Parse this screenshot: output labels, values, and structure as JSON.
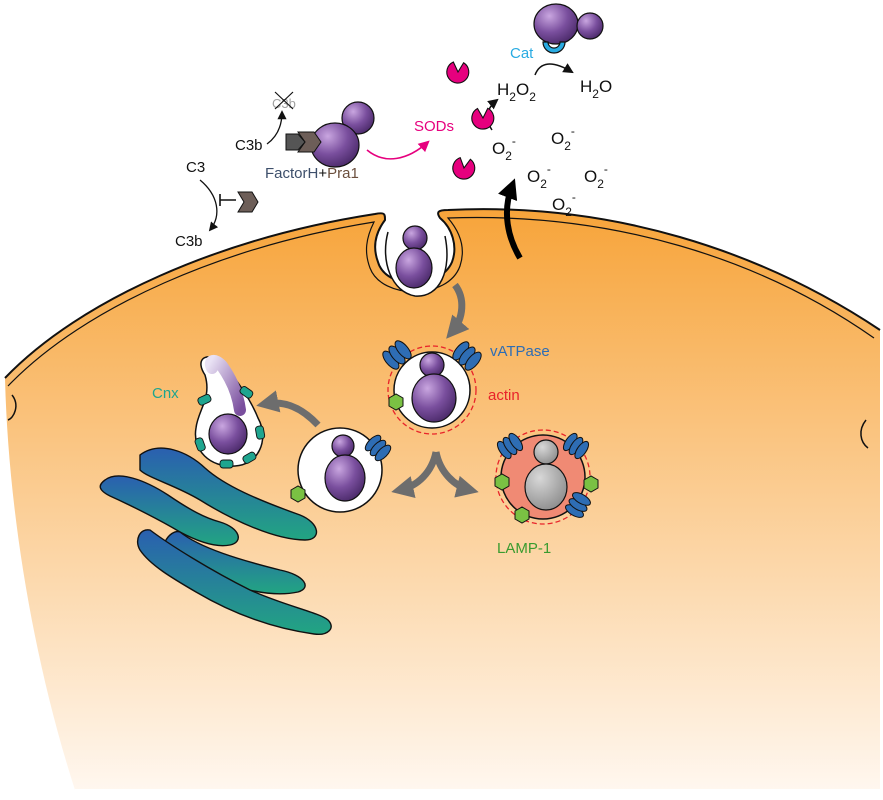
{
  "labels": {
    "cat": "Cat",
    "h2o2": {
      "base": "H",
      "sub1": "2",
      "mid": "O",
      "sub2": "2"
    },
    "h2o": {
      "base": "H",
      "sub": "2",
      "tail": "O"
    },
    "sods": "SODs",
    "superoxide": {
      "base": "O",
      "sub": "2",
      "sup": "-"
    },
    "c3b_crossed": "C3b",
    "c3b_left": "C3b",
    "factorh": "FactorH",
    "plus": "+",
    "pra1": "Pra1",
    "c3": "C3",
    "c3b_bottom": "C3b",
    "vatpase": "vATPase",
    "actin": "actin",
    "cnx": "Cnx",
    "lamp1": "LAMP-1"
  },
  "colors": {
    "cytoplasm_top": "#f7a43a",
    "cytoplasm_bottom": "#fff7ef",
    "fungus": "#7a4f9e",
    "fungus_dark": "#4b2a6a",
    "sod": "#e6007e",
    "cat": "#29abe2",
    "vatpase": "#2e6db4",
    "lamp": "#7ac143",
    "actin": "#e8232a",
    "cnx": "#1fa58f",
    "er_top": "#2a5fb0",
    "er_bottom": "#22a582",
    "phagolysosome": "#f08a74",
    "dead_fungus": "#a9a9a9",
    "factorh_text": "#3d4f6b",
    "pra1_text": "#6b4f3d",
    "sods_text": "#e6007e",
    "cat_text": "#29abe2",
    "vatpase_text": "#2e6db4",
    "actin_text": "#e8232a",
    "cnx_text": "#1fa58f",
    "lamp_text": "#3a9b2f"
  }
}
